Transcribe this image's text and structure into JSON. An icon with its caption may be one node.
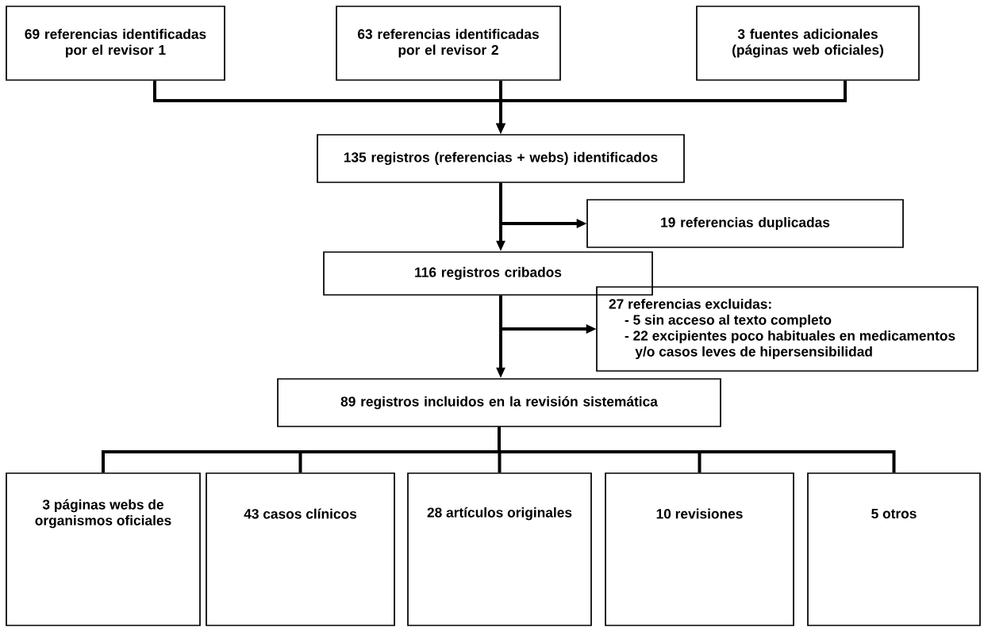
{
  "diagram": {
    "nodes": [
      {
        "text": [
          "69 referencias identificadas por el revisor 1"
        ]
      },
      {
        "text": [
          "63 referencias identificadas por el revisor 2"
        ]
      },
      {
        "text": [
          "3 fuentes adicionales (páginas web oficiales)"
        ]
      },
      {
        "text": [
          "135 registros (referencias + webs) identificados"
        ]
      },
      {
        "text": [
          "19 referencias duplicadas"
        ]
      },
      {
        "text": [
          "116 registros cribados"
        ]
      },
      {
        "text": [
          "27 referencias excluidas:",
          "- 5 sin acceso al texto completo",
          "- 22 excipientes poco habituales en medicamentos y/o casos leves de hipersensibilidad"
        ]
      },
      {
        "text": [
          "89 registros incluidos en la revisión sistemática"
        ]
      },
      {
        "text": [
          "3 páginas webs de organismos oficiales"
        ]
      },
      {
        "text": [
          "43 casos clínicos"
        ]
      },
      {
        "text": [
          "28 artículos originales"
        ]
      },
      {
        "text": [
          "10 revisiones"
        ]
      },
      {
        "text": [
          "5 otros"
        ]
      }
    ],
    "edges": [
      {
        "from": 0,
        "to": 3,
        "arrow": "to"
      },
      {
        "from": 1,
        "to": 3,
        "arrow": "to"
      },
      {
        "from": 2,
        "to": 3,
        "arrow": "to"
      },
      {
        "from": 3,
        "to": 4,
        "arrow": "to"
      },
      {
        "from": 3,
        "to": 5,
        "arrow": "to"
      },
      {
        "from": 5,
        "to": 6,
        "arrow": "to"
      },
      {
        "from": 5,
        "to": 7,
        "arrow": "to"
      },
      {
        "from": 7,
        "to": 8,
        "arrow": "none"
      },
      {
        "from": 7,
        "to": 9,
        "arrow": "none"
      },
      {
        "from": 7,
        "to": 10,
        "arrow": "none"
      },
      {
        "from": 7,
        "to": 11,
        "arrow": "none"
      },
      {
        "from": 7,
        "to": 12,
        "arrow": "none"
      }
    ]
  }
}
